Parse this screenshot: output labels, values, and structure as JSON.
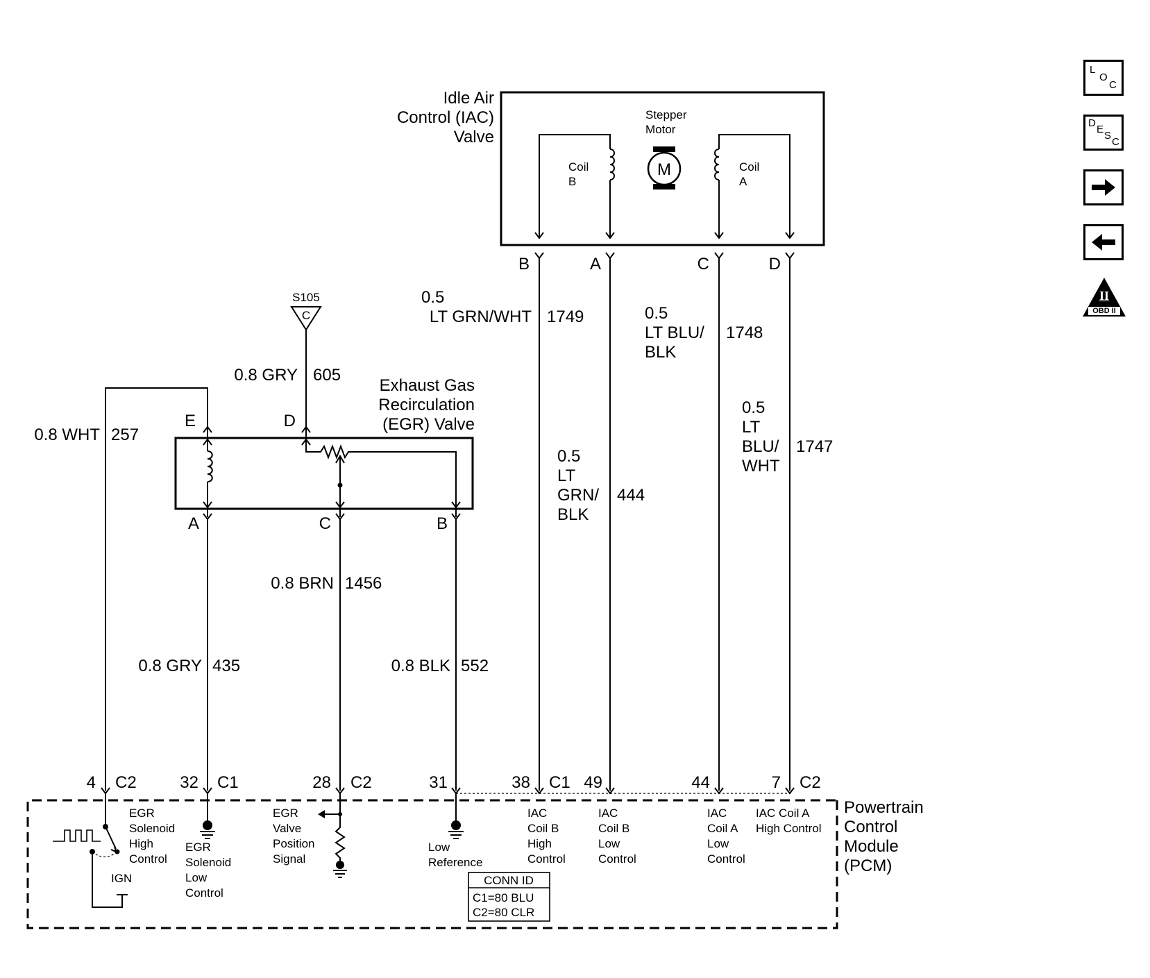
{
  "nav": {
    "loc": [
      "L",
      "O",
      "C"
    ],
    "desc": [
      "D",
      "E",
      "S",
      "C"
    ],
    "obd_numeral": "II",
    "obd_text": "OBD II"
  },
  "iac": {
    "title": [
      "Idle Air",
      "Control (IAC)",
      "Valve"
    ],
    "stepper": [
      "Stepper",
      "Motor"
    ],
    "motor": "M",
    "coil_b": [
      "Coil",
      "B"
    ],
    "coil_a": [
      "Coil",
      "A"
    ],
    "pins": [
      "B",
      "A",
      "C",
      "D"
    ]
  },
  "egr": {
    "title": [
      "Exhaust Gas",
      "Recirculation",
      "(EGR) Valve"
    ],
    "pins_top": [
      "E",
      "D"
    ],
    "pins_bottom": [
      "A",
      "C",
      "B"
    ]
  },
  "splice": {
    "id": "S105",
    "letter": "C"
  },
  "wires": {
    "w1749": [
      "0.5",
      "LT GRN/WHT",
      "1749"
    ],
    "w1748": [
      "0.5",
      "LT BLU/",
      "BLK",
      "1748"
    ],
    "w1747": [
      "0.5",
      "LT",
      "BLU/",
      "WHT",
      "1747"
    ],
    "w444": [
      "0.5",
      "LT",
      "GRN/",
      "BLK",
      "444"
    ],
    "w605": [
      "0.8 GRY",
      "605"
    ],
    "w257": [
      "0.8 WHT",
      "257"
    ],
    "w1456": [
      "0.8 BRN",
      "1456"
    ],
    "w435": [
      "0.8 GRY",
      "435"
    ],
    "w552": [
      "0.8 BLK",
      "552"
    ]
  },
  "pcm_pins": [
    {
      "num": "4",
      "conn": "C2"
    },
    {
      "num": "32",
      "conn": "C1"
    },
    {
      "num": "28",
      "conn": "C2"
    },
    {
      "num": "31",
      "conn": ""
    },
    {
      "num": "38",
      "conn": "C1"
    },
    {
      "num": "49",
      "conn": ""
    },
    {
      "num": "44",
      "conn": ""
    },
    {
      "num": "7",
      "conn": "C2"
    }
  ],
  "pcm": {
    "title": [
      "Powertrain",
      "Control",
      "Module",
      "(PCM)"
    ],
    "egr_high": [
      "EGR",
      "Solenoid",
      "High",
      "Control"
    ],
    "ign": "IGN",
    "egr_low": [
      "EGR",
      "Solenoid",
      "Low",
      "Control"
    ],
    "egr_pos": [
      "EGR",
      "Valve",
      "Position",
      "Signal"
    ],
    "low_ref": [
      "Low",
      "Reference"
    ],
    "iac_b_high": [
      "IAC",
      "Coil B",
      "High",
      "Control"
    ],
    "iac_b_low": [
      "IAC",
      "Coil B",
      "Low",
      "Control"
    ],
    "iac_a_low": [
      "IAC",
      "Coil A",
      "Low",
      "Control"
    ],
    "iac_a_high": [
      "IAC Coil A",
      "High Control"
    ]
  },
  "conn_id": {
    "title": "CONN ID",
    "c1": "C1=80 BLU",
    "c2": "C2=80 CLR"
  }
}
